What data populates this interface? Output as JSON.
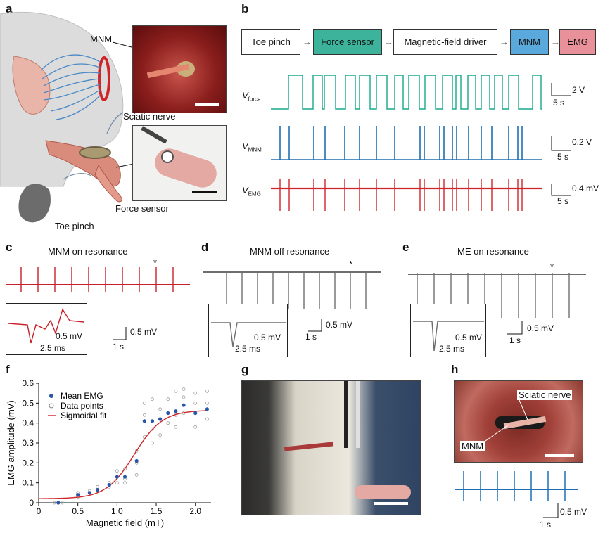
{
  "panels": {
    "a": "a",
    "b": "b",
    "c": "c",
    "d": "d",
    "e": "e",
    "f": "f",
    "g": "g",
    "h": "h"
  },
  "panel_a": {
    "mnm": "MNM",
    "sciatic": "Sciatic nerve",
    "force": "Force sensor",
    "pinch": "Toe pinch"
  },
  "panel_b": {
    "flow": [
      "Toe pinch",
      "Force sensor",
      "Magnetic-field driver",
      "MNM",
      "EMG"
    ],
    "flow_colors": [
      "#ffffff",
      "#3cb39a",
      "#ffffff",
      "#5aa9dc",
      "#e8919a"
    ],
    "traces": [
      {
        "v": "V",
        "sub": "force",
        "scale_v": "2 V",
        "scale_t": "5 s",
        "color": "#18a98a"
      },
      {
        "v": "V",
        "sub": "MNM",
        "scale_v": "0.2 V",
        "scale_t": "5 s",
        "color": "#1f6fb0"
      },
      {
        "v": "V",
        "sub": "EMG",
        "scale_v": "0.4 mV",
        "scale_t": "5 s",
        "color": "#d0242b"
      }
    ]
  },
  "panel_c": {
    "title": "MNM on resonance",
    "star": "*",
    "inset_v": "0.5 mV",
    "inset_t": "2.5 ms",
    "scale_v": "0.5 mV",
    "scale_t": "1 s",
    "color": "#c8202a"
  },
  "panel_d": {
    "title": "MNM off resonance",
    "star": "*",
    "inset_v": "0.5 mV",
    "inset_t": "2.5 ms",
    "scale_v": "0.5 mV",
    "scale_t": "1 s",
    "color": "#6e6e6e"
  },
  "panel_e": {
    "title": "ME on resonance",
    "star": "*",
    "inset_v": "0.5 mV",
    "inset_t": "2.5 ms",
    "scale_v": "0.5 mV",
    "scale_t": "1 s",
    "color": "#6e6e6e"
  },
  "panel_g": {},
  "panel_h": {
    "sciatic": "Sciatic nerve",
    "mnm": "MNM",
    "scale_v": "0.5 mV",
    "scale_t": "1 s",
    "color": "#1f6fb0"
  },
  "chart_data": {
    "type": "scatter",
    "title": "",
    "xlabel": "Magnetic field (mT)",
    "ylabel": "EMG amplitude (mV)",
    "xlim": [
      0,
      2.2
    ],
    "ylim": [
      0,
      0.6
    ],
    "xticks": [
      "0",
      "0.5",
      "1.0",
      "1.5",
      "2.0"
    ],
    "yticks": [
      "0",
      "0.1",
      "0.2",
      "0.3",
      "0.4",
      "0.5",
      "0.6"
    ],
    "legend_placement": "top-left",
    "legend": [
      "Mean EMG",
      "Data points",
      "Sigmoidal fit"
    ],
    "series": [
      {
        "name": "Mean EMG",
        "x": [
          0.25,
          0.5,
          0.65,
          0.75,
          0.9,
          1.0,
          1.1,
          1.25,
          1.35,
          1.45,
          1.55,
          1.65,
          1.75,
          1.85,
          2.0,
          2.15
        ],
        "y": [
          0.0,
          0.04,
          0.05,
          0.065,
          0.09,
          0.13,
          0.13,
          0.21,
          0.41,
          0.41,
          0.42,
          0.45,
          0.46,
          0.49,
          0.45,
          0.47
        ]
      },
      {
        "name": "Data points",
        "x": [
          0.2,
          0.3,
          0.5,
          0.5,
          0.65,
          0.75,
          0.75,
          0.9,
          0.9,
          1.0,
          1.0,
          1.1,
          1.1,
          1.1,
          1.25,
          1.25,
          1.25,
          1.35,
          1.35,
          1.35,
          1.45,
          1.45,
          1.45,
          1.55,
          1.55,
          1.55,
          1.65,
          1.65,
          1.75,
          1.75,
          1.75,
          1.85,
          1.85,
          1.85,
          2.0,
          2.0,
          2.0,
          2.15,
          2.15,
          2.15
        ],
        "y": [
          0.0,
          0.0,
          0.03,
          0.05,
          0.06,
          0.05,
          0.08,
          0.08,
          0.1,
          0.1,
          0.16,
          0.1,
          0.12,
          0.17,
          0.14,
          0.2,
          0.26,
          0.33,
          0.44,
          0.5,
          0.3,
          0.37,
          0.52,
          0.34,
          0.42,
          0.47,
          0.4,
          0.52,
          0.38,
          0.44,
          0.56,
          0.45,
          0.53,
          0.57,
          0.38,
          0.5,
          0.55,
          0.42,
          0.5,
          0.56
        ]
      },
      {
        "name": "Sigmoidal fit",
        "model": {
          "min": 0.02,
          "max": 0.465,
          "x50": 1.22,
          "slope": 0.18
        }
      }
    ]
  }
}
